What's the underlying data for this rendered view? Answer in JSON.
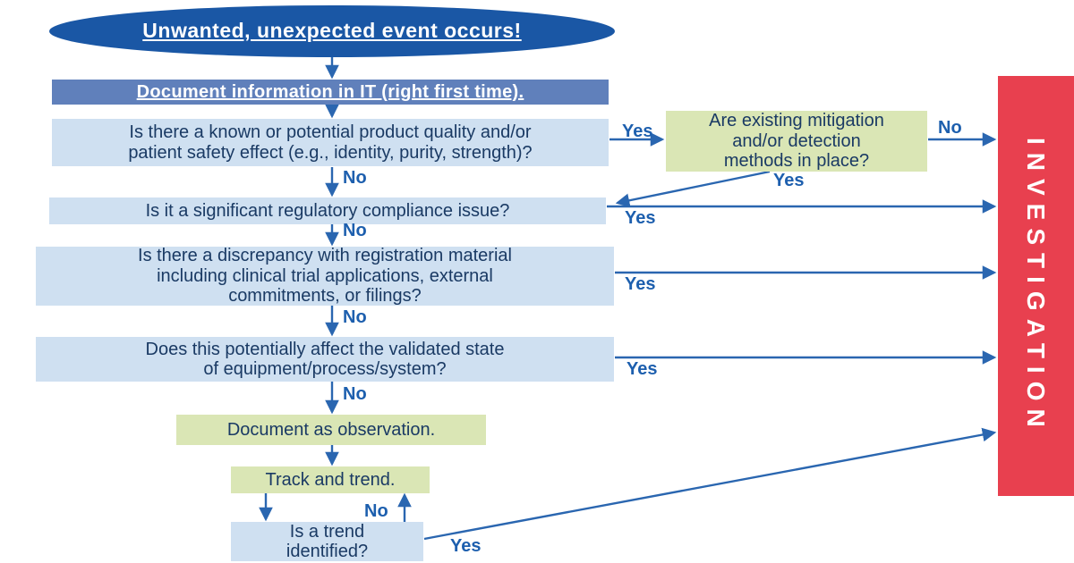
{
  "nodes": {
    "start": "Unwanted, unexpected event occurs!",
    "document_it": "Document information in IT (right first time).",
    "q_quality": "Is there a known or potential product quality and/or\npatient safety effect (e.g., identity, purity, strength)?",
    "q_mitigation": "Are existing mitigation\nand/or detection\nmethods in place?",
    "q_regulatory": "Is it a significant regulatory compliance issue?",
    "q_registration": "Is there a discrepancy with registration material\nincluding clinical trial applications, external\ncommitments, or filings?",
    "q_validated": "Does this potentially affect the validated state\nof equipment/process/system?",
    "observation": "Document as observation.",
    "track_trend": "Track and trend.",
    "q_trend": "Is a trend\nidentified?",
    "investigation": "INVESTIGATION"
  },
  "labels": {
    "yes": "Yes",
    "no": "No"
  },
  "colors": {
    "dark_blue": "#1a57a5",
    "medium_blue": "#6080bb",
    "light_blue": "#cfe0f1",
    "green": "#dae6b5",
    "red": "#e8404f",
    "arrow": "#2a66b0",
    "text_navy": "#1a3a64"
  }
}
